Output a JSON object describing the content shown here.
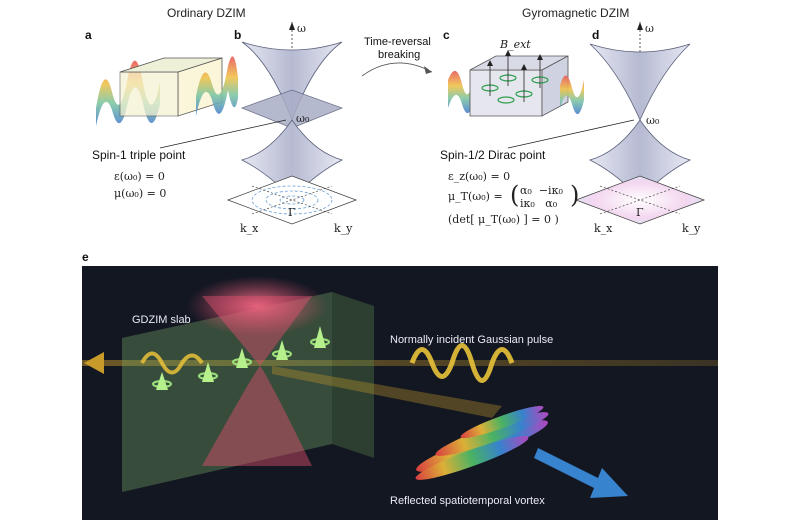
{
  "headers": {
    "ordinary": "Ordinary DZIM",
    "gyromagnetic": "Gyromagnetic DZIM"
  },
  "panel_labels": [
    "a",
    "b",
    "c",
    "d",
    "e"
  ],
  "arrow_label_line1": "Time-reversal",
  "arrow_label_line2": "breaking",
  "left": {
    "point_label": "Spin-1 triple point",
    "eq1": "ε(ω₀) = 0",
    "eq2": "μ(ω₀) = 0"
  },
  "right": {
    "point_label": "Spin-1/2 Dirac point",
    "eq1": "ε_z(ω₀) = 0",
    "eq2_lhs": "μ_T(ω₀) =",
    "matrix_r1": "α₀  −iκ₀",
    "matrix_r2": "iκ₀   α₀",
    "eq3": "(det[ μ_T(ω₀) ] = 0 )",
    "bext": "B_ext"
  },
  "axes": {
    "omega": "ω",
    "omega0": "ω₀",
    "gamma": "Γ",
    "kx": "k_x",
    "ky": "k_y"
  },
  "panel_e": {
    "slab": "GDZIM slab",
    "incident": "Normally incident Gaussian pulse",
    "reflected": "Reflected spatiotemporal vortex"
  },
  "colors": {
    "cone_fill": "#c9cce0",
    "cone_stroke": "#5a5f7a",
    "panel_e_bg": "#131722",
    "pulse_yellow": "#e9c23a",
    "pink_cone": "#e0506e",
    "slab_green": "#7fae6a",
    "blue_arrow": "#3d8fe0"
  }
}
